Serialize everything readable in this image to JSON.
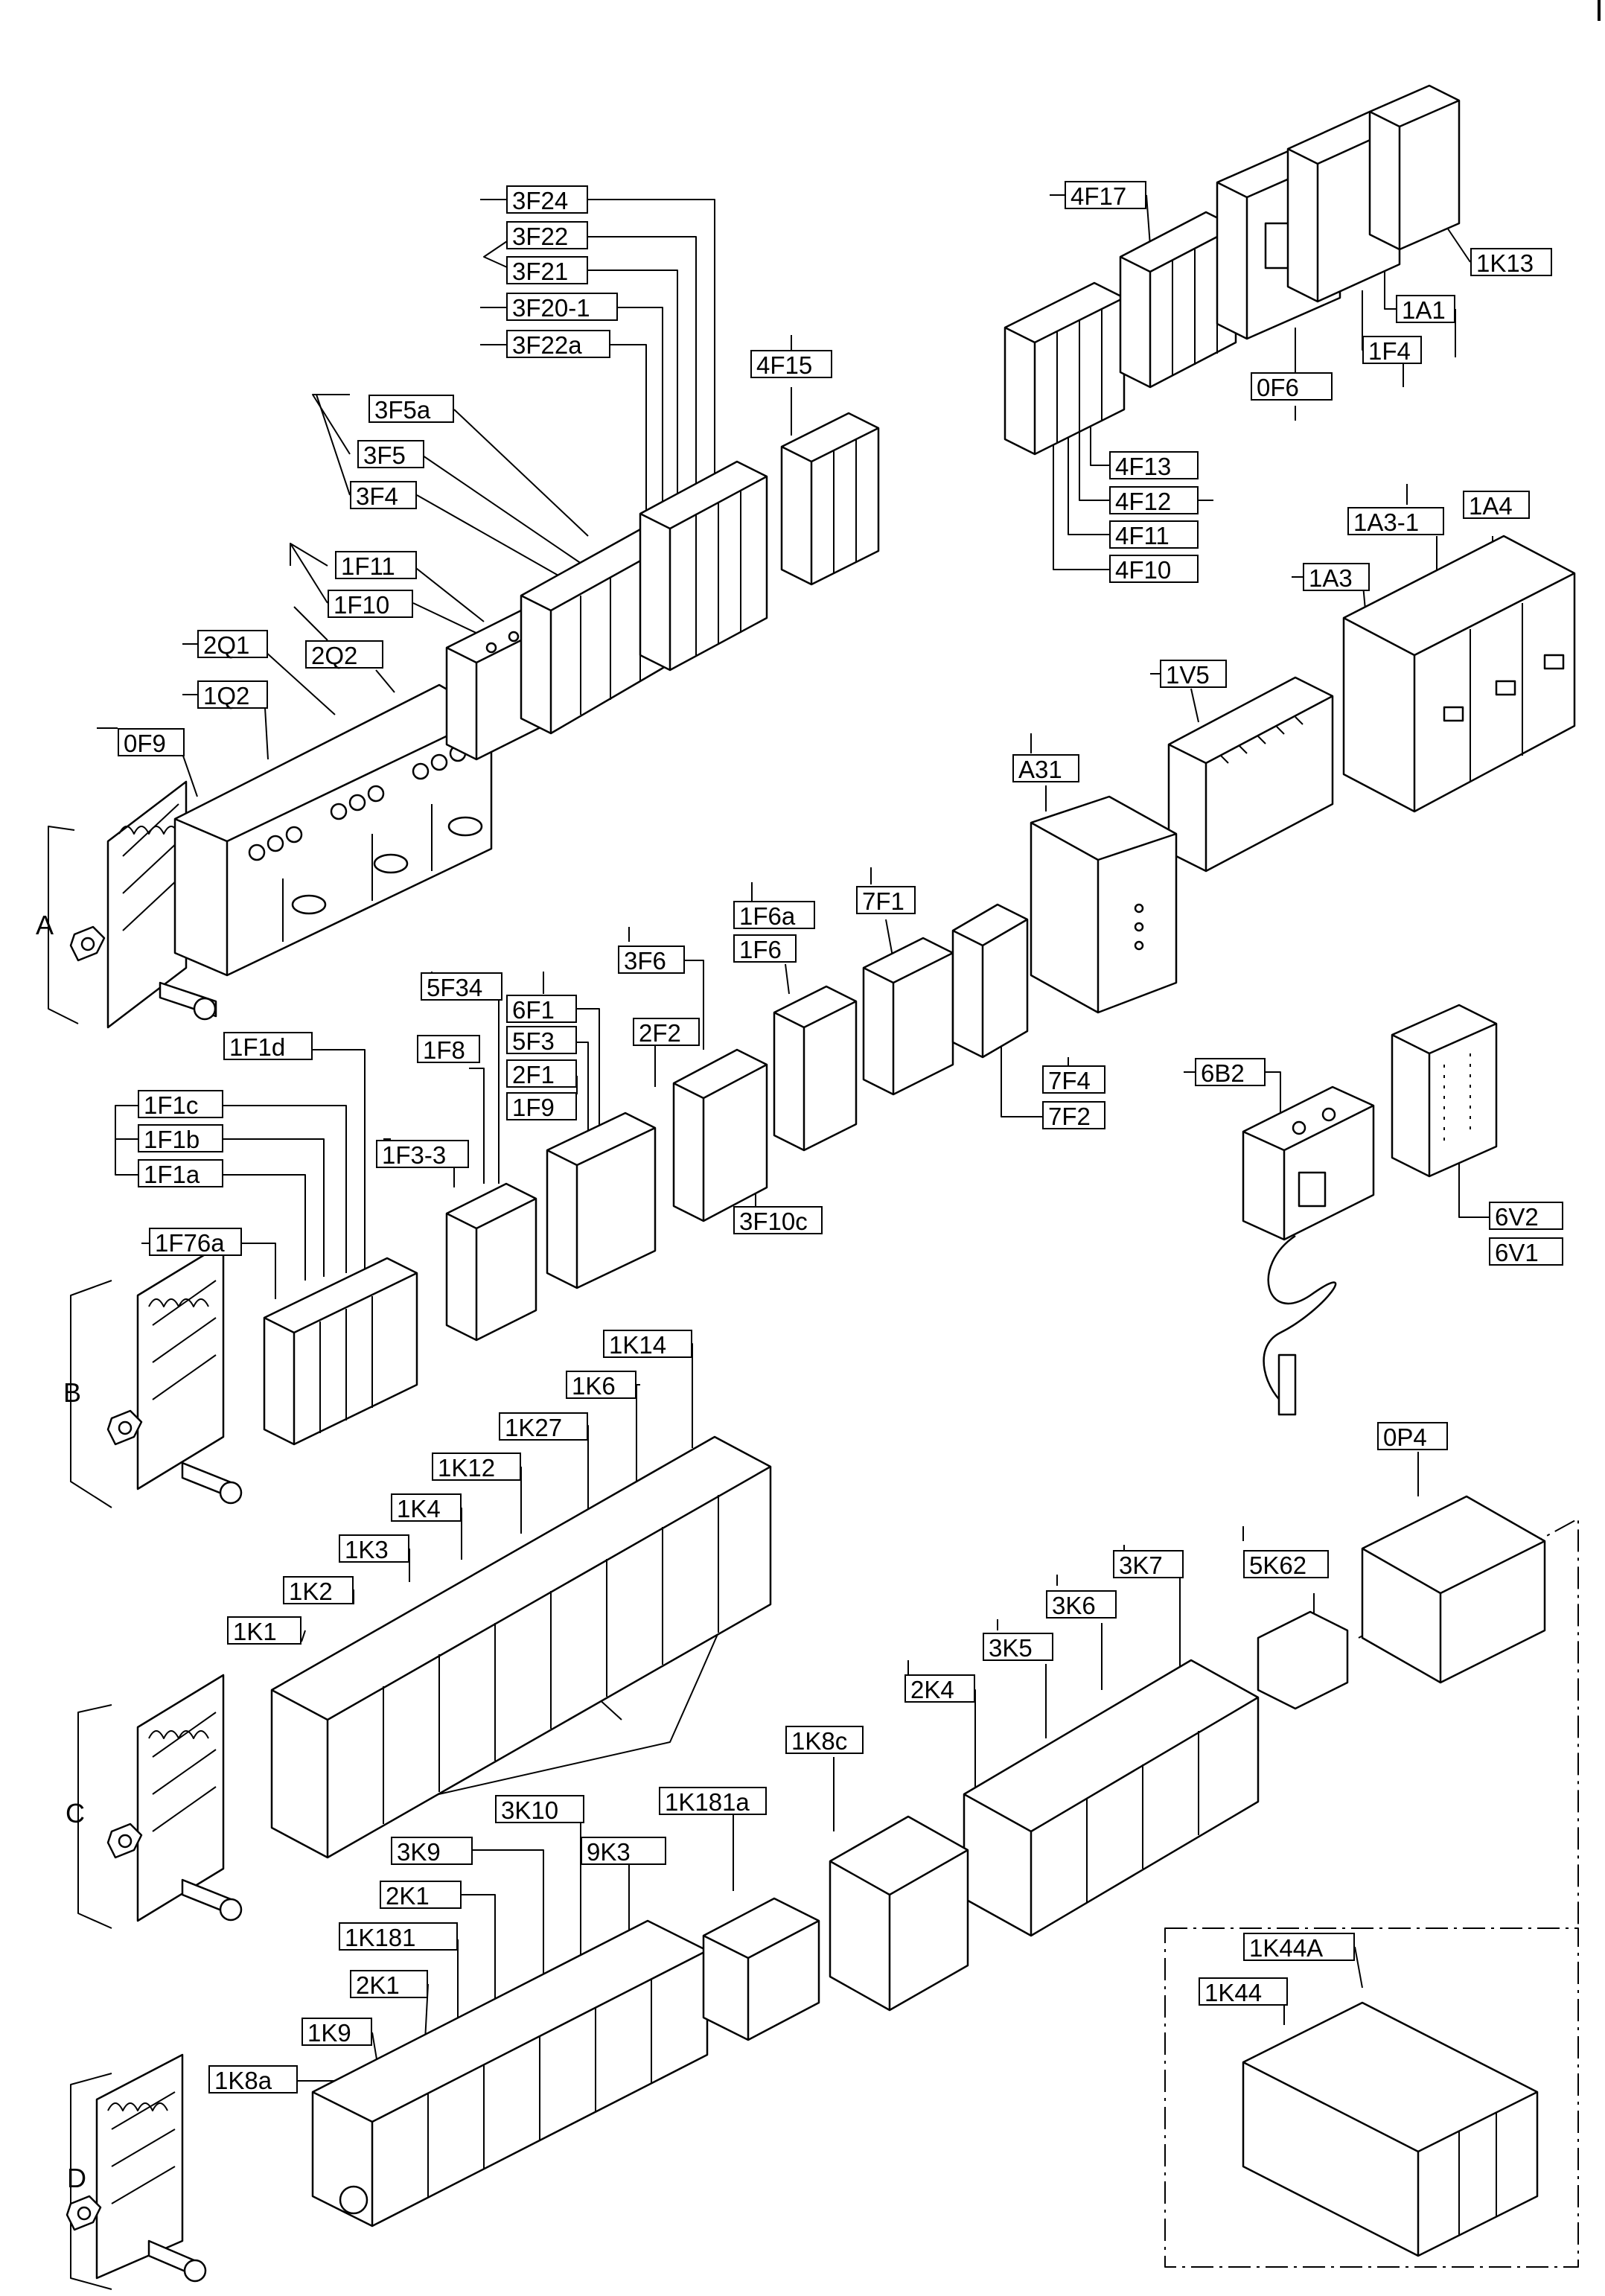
{
  "rails": [
    "A",
    "B",
    "C",
    "D"
  ],
  "labels": {
    "l3F24": "3F24",
    "l3F22": "3F22",
    "l3F21": "3F21",
    "l3F20_1": "3F20-1",
    "l3F22a": "3F22a",
    "l4F17": "4F17",
    "l1K13": "1K13",
    "l1A1": "1A1",
    "l1F4": "1F4",
    "l0F6": "0F6",
    "l4F13": "4F13",
    "l4F12": "4F12",
    "l4F11": "4F11",
    "l4F10": "4F10",
    "l4F15": "4F15",
    "l3F5a": "3F5a",
    "l3F5": "3F5",
    "l3F4": "3F4",
    "l1F11": "1F11",
    "l1F10": "1F10",
    "l2Q1": "2Q1",
    "l2Q2": "2Q2",
    "l1Q2": "1Q2",
    "l0F9": "0F9",
    "l1A3_1": "1A3-1",
    "l1A4": "1A4",
    "l1A3": "1A3",
    "l1V5": "1V5",
    "lA31": "A31",
    "l7F1": "7F1",
    "l1F6a": "1F6a",
    "l1F6": "1F6",
    "l3F6": "3F6",
    "l5F34": "5F34",
    "l6F1": "6F1",
    "l5F3": "5F3",
    "l2F1": "2F1",
    "l1F9": "1F9",
    "l2F2": "2F2",
    "l7F4": "7F4",
    "l7F2": "7F2",
    "l3F10c": "3F10c",
    "l1F1d": "1F1d",
    "l1F8": "1F8",
    "l1F1c": "1F1c",
    "l1F1b": "1F1b",
    "l1F1a": "1F1a",
    "l1F3_3": "1F3-3",
    "l1F76a": "1F76a",
    "l6B2": "6B2",
    "l6V2": "6V2",
    "l6V1": "6V1",
    "l1K14": "1K14",
    "l1K6": "1K6",
    "l1K27": "1K27",
    "l1K12": "1K12",
    "l1K4": "1K4",
    "l1K3": "1K3",
    "l1K2": "1K2",
    "l1K1": "1K1",
    "l0P4": "0P4",
    "l5K62": "5K62",
    "l3K7": "3K7",
    "l3K6": "3K6",
    "l3K5": "3K5",
    "l2K4": "2K4",
    "l1K8c": "1K8c",
    "l1K181a": "1K181a",
    "l3K10": "3K10",
    "l9K3": "9K3",
    "l3K9": "3K9",
    "l2K1a": "2K1",
    "l1K181": "1K181",
    "l2K1b": "2K1",
    "l1K9": "1K9",
    "l1K8a": "1K8a",
    "l1K44A": "1K44A",
    "l1K44": "1K44"
  }
}
